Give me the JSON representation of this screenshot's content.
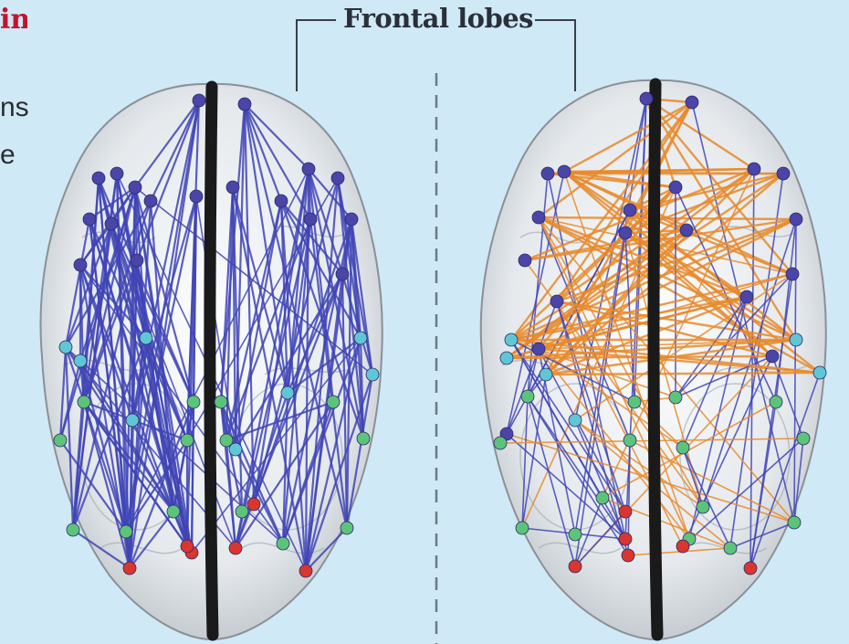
{
  "figure": {
    "label": "Frontal lobes",
    "margin_fragments": [
      {
        "text": "in",
        "style": "red"
      },
      {
        "text": "ns",
        "style": "dark"
      },
      {
        "text": "e",
        "style": "dark"
      }
    ]
  },
  "colors": {
    "background": "#cfe9f6",
    "blue_connections": "#3f44b5",
    "orange_connections": "#e8892a",
    "node_purple": "#4b45a8",
    "node_cyan": "#5fc6d6",
    "node_green": "#5cc47a",
    "node_red": "#d8362e",
    "midline": "#1a1a1a"
  }
}
